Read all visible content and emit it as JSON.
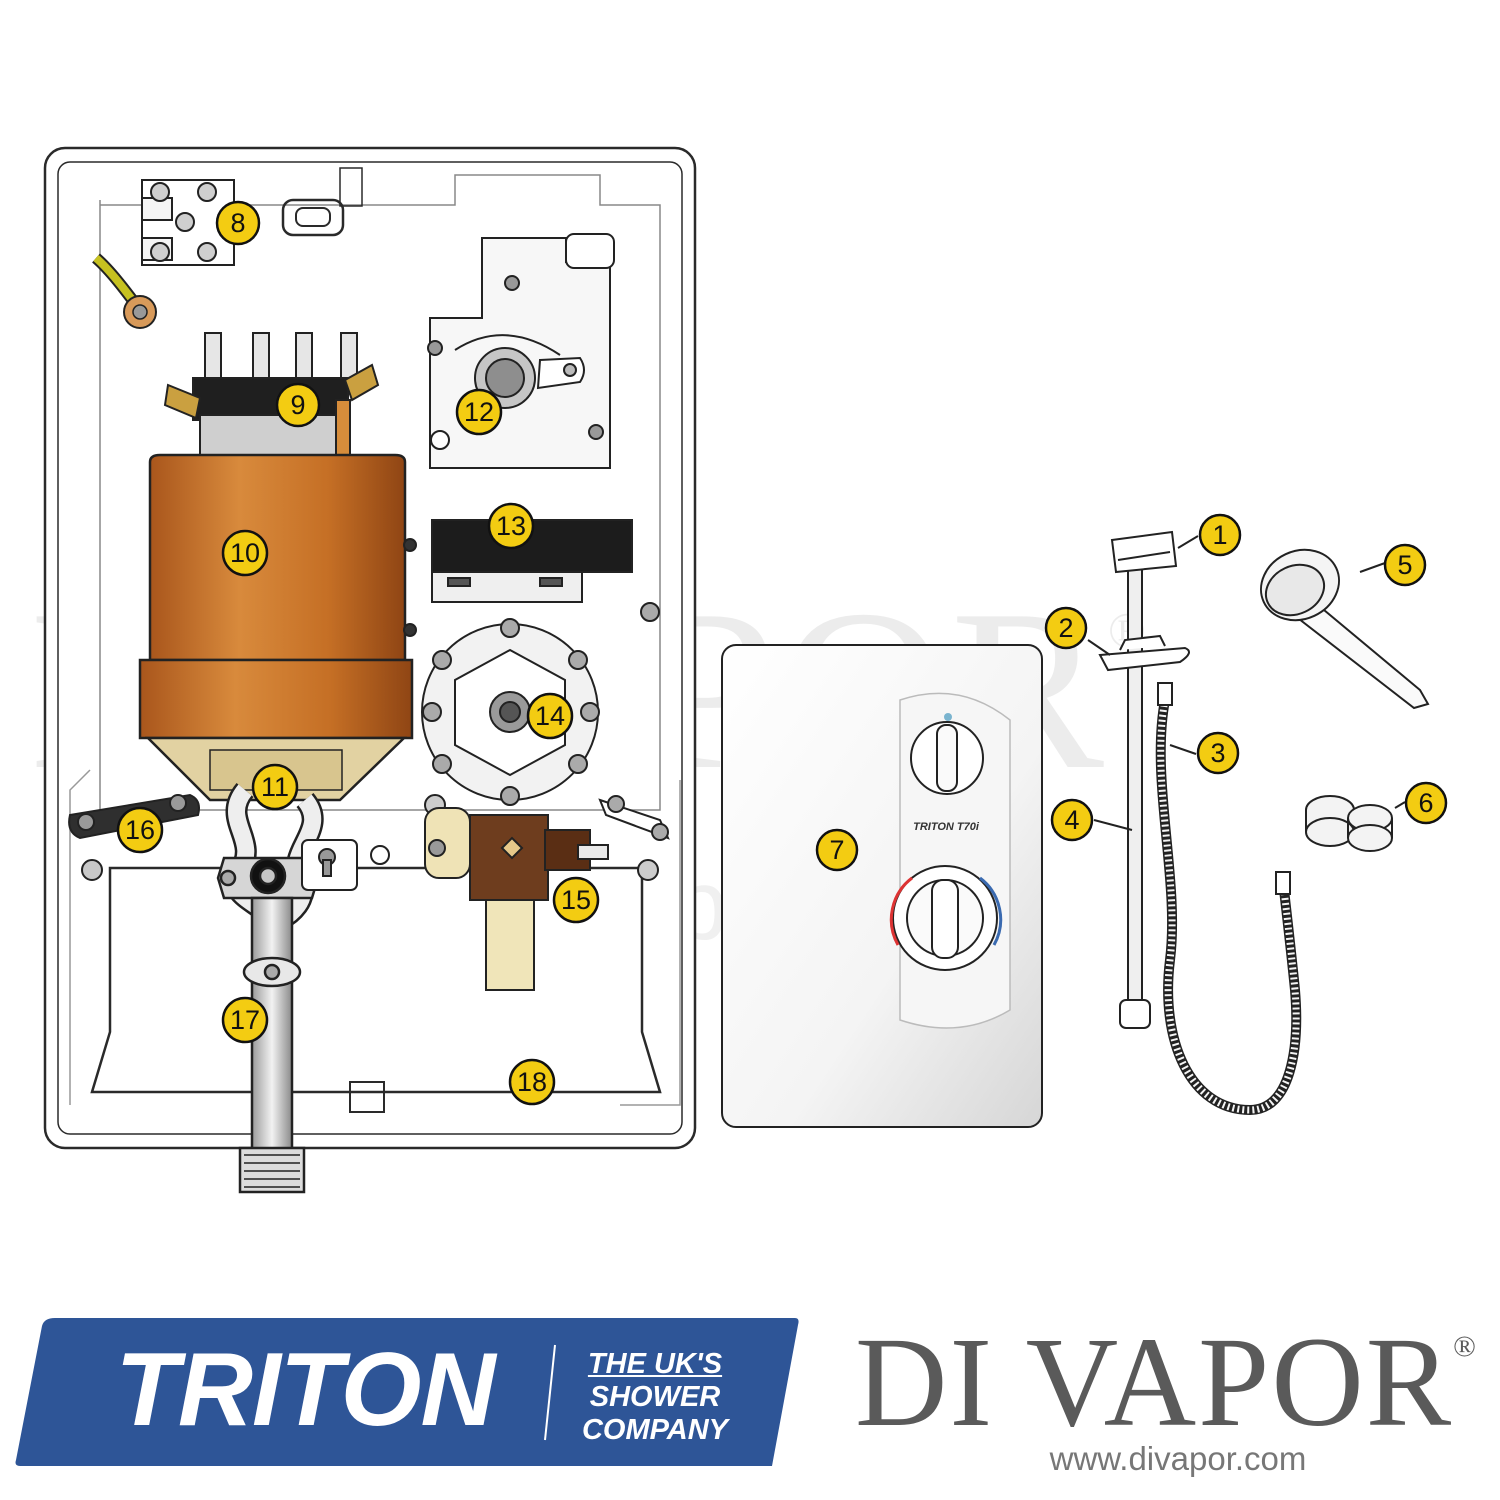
{
  "diagram": {
    "markers": [
      "1",
      "2",
      "3",
      "4",
      "5",
      "6",
      "7",
      "8",
      "9",
      "10",
      "11",
      "12",
      "13",
      "14",
      "15",
      "16",
      "17",
      "18"
    ]
  },
  "product": {
    "label_text": "TRITON T70i",
    "control_panel_name": "shower-cover-front"
  },
  "watermark": {
    "text": "DI VAPOR",
    "mark": "®",
    "url": "www.divapor.com"
  },
  "brand": {
    "name": "TRITON",
    "tagline_1": "THE UK'S",
    "tagline_2": "SHOWER",
    "tagline_3": "COMPANY",
    "color": "#2e5597"
  },
  "retailer": {
    "name": "DI VAPOR",
    "mark": "®",
    "url": "www.divapor.com",
    "color": "#5a5a5a"
  },
  "colors": {
    "marker_fill": "#f3cc12",
    "heater_can": "#c8732a",
    "outline": "#222222"
  }
}
